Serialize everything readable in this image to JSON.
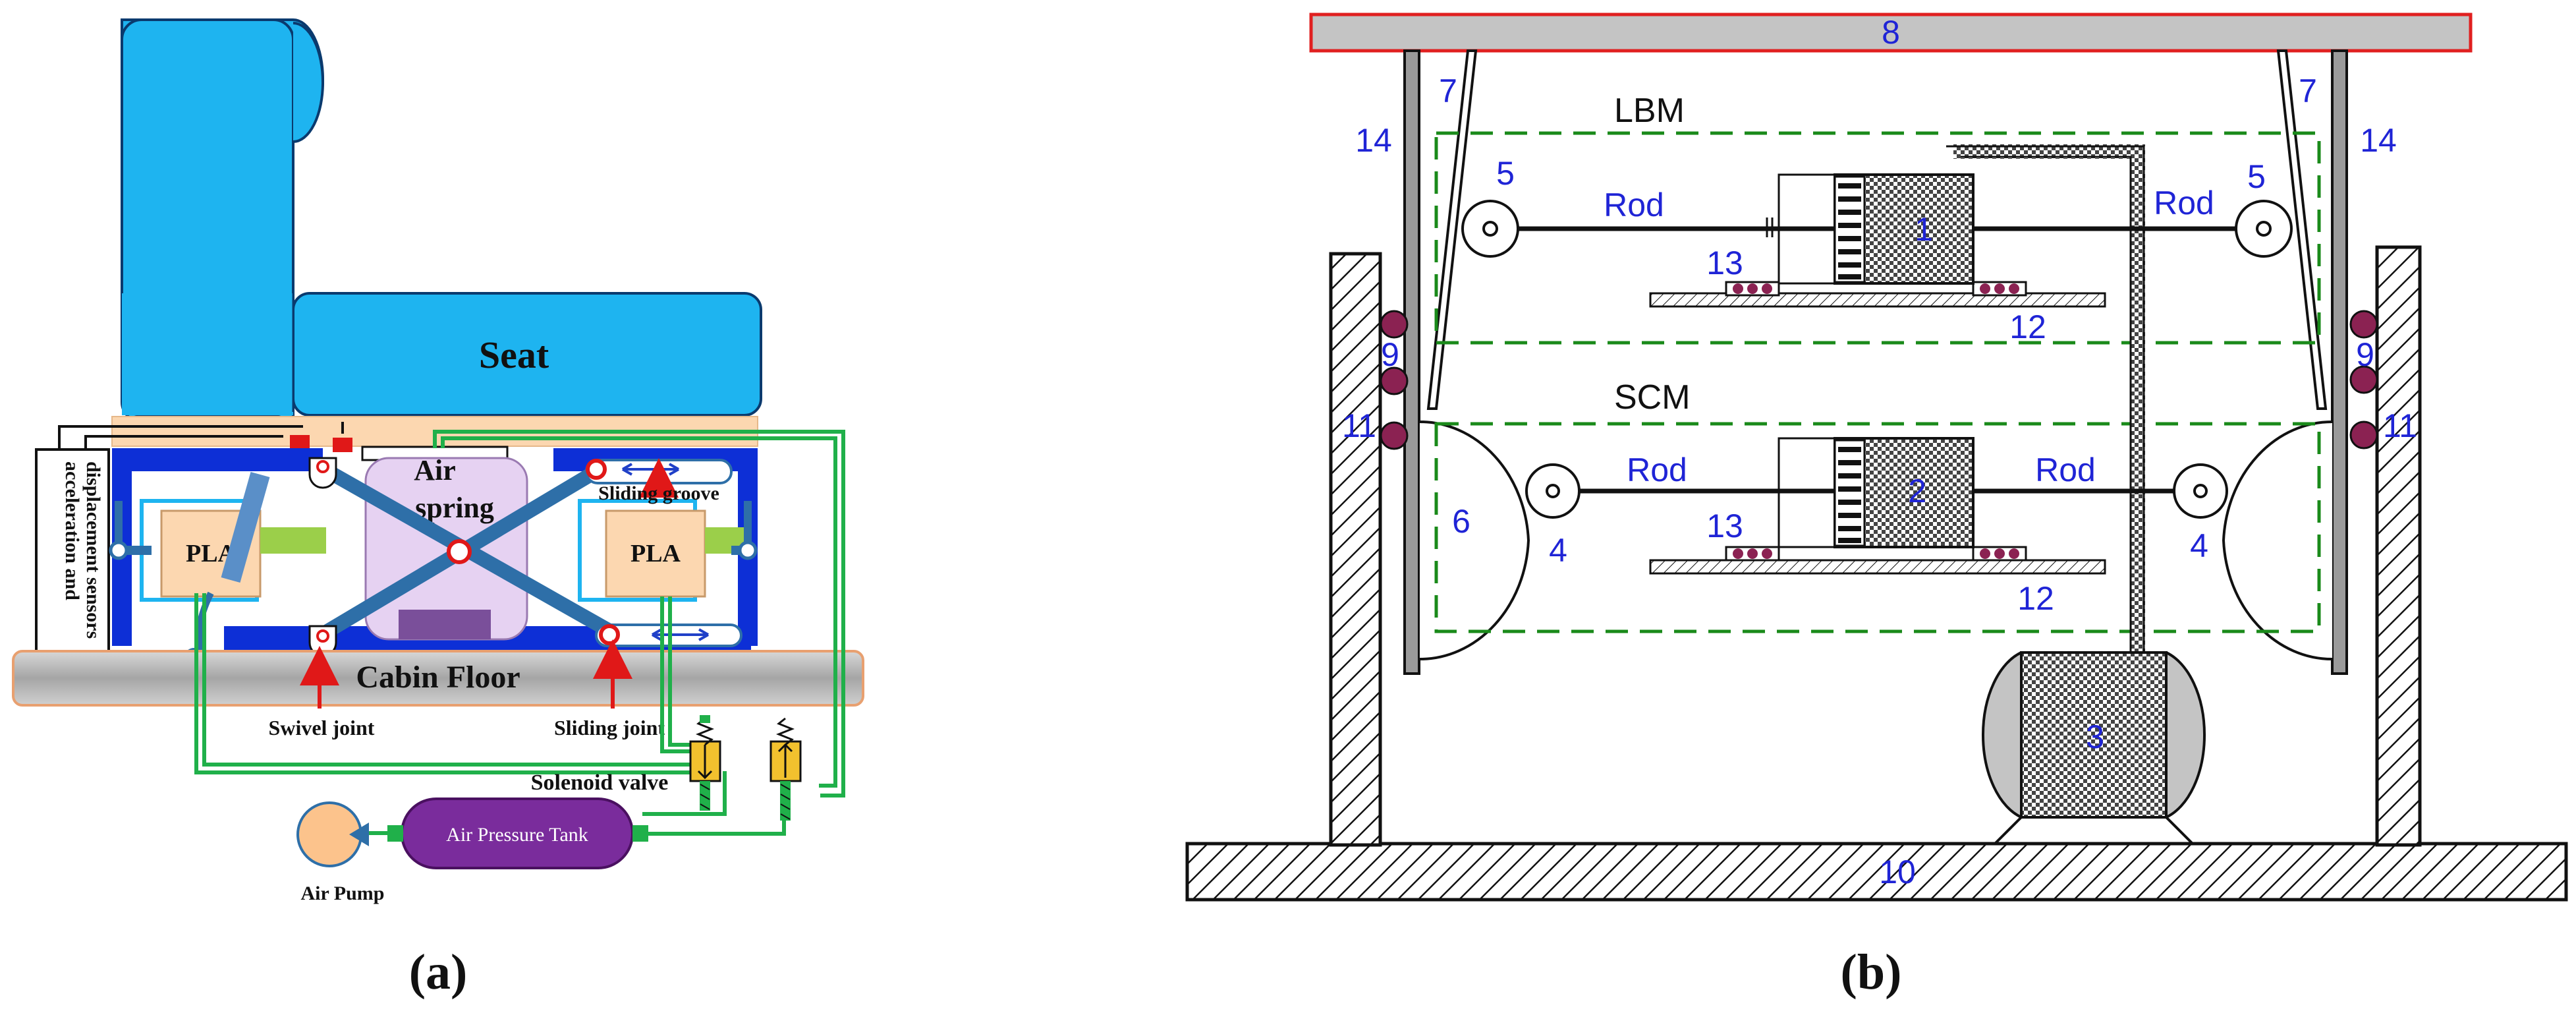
{
  "panel_a": {
    "caption": "(a)",
    "seat_label": "Seat",
    "air_spring_line1": "Air",
    "air_spring_line2": "spring",
    "pla_left": "PLA",
    "pla_right": "PLA",
    "sliding_groove": "Sliding groove",
    "cabin_floor": "Cabin Floor",
    "swivel_joint": "Swivel joint",
    "sliding_joint": "Sliding joint",
    "solenoid_valve": "Solenoid valve",
    "air_pressure_tank": "Air Pressure Tank",
    "air_pump": "Air Pump",
    "sensors_line1": "acceleration and",
    "sensors_line2": "displacement sensors",
    "colors": {
      "seat": "#1eb4f0",
      "frame": "#0d2fd6",
      "scissor": "#2e6fa8",
      "pla": "#fcd7b0",
      "air_spring": "#e6d2f2",
      "tank": "#7a2c9c",
      "pipe": "#20b04a",
      "valve": "#f2c12e",
      "floor": "#b5b5b5"
    }
  },
  "panel_b": {
    "caption": "(b)",
    "lbm": "LBM",
    "scm": "SCM",
    "rod": "Rod",
    "n1": "1",
    "n2": "2",
    "n3": "3",
    "n4": "4",
    "n5": "5",
    "n6": "6",
    "n7": "7",
    "n8": "8",
    "n9": "9",
    "n10": "10",
    "n11": "11",
    "n12": "12",
    "n13": "13",
    "n14": "14",
    "colors": {
      "label_blue": "#1f24d6",
      "top_plate_border": "#e02020",
      "dashed_box": "#1a8a1a",
      "roller": "#8b2252"
    }
  }
}
